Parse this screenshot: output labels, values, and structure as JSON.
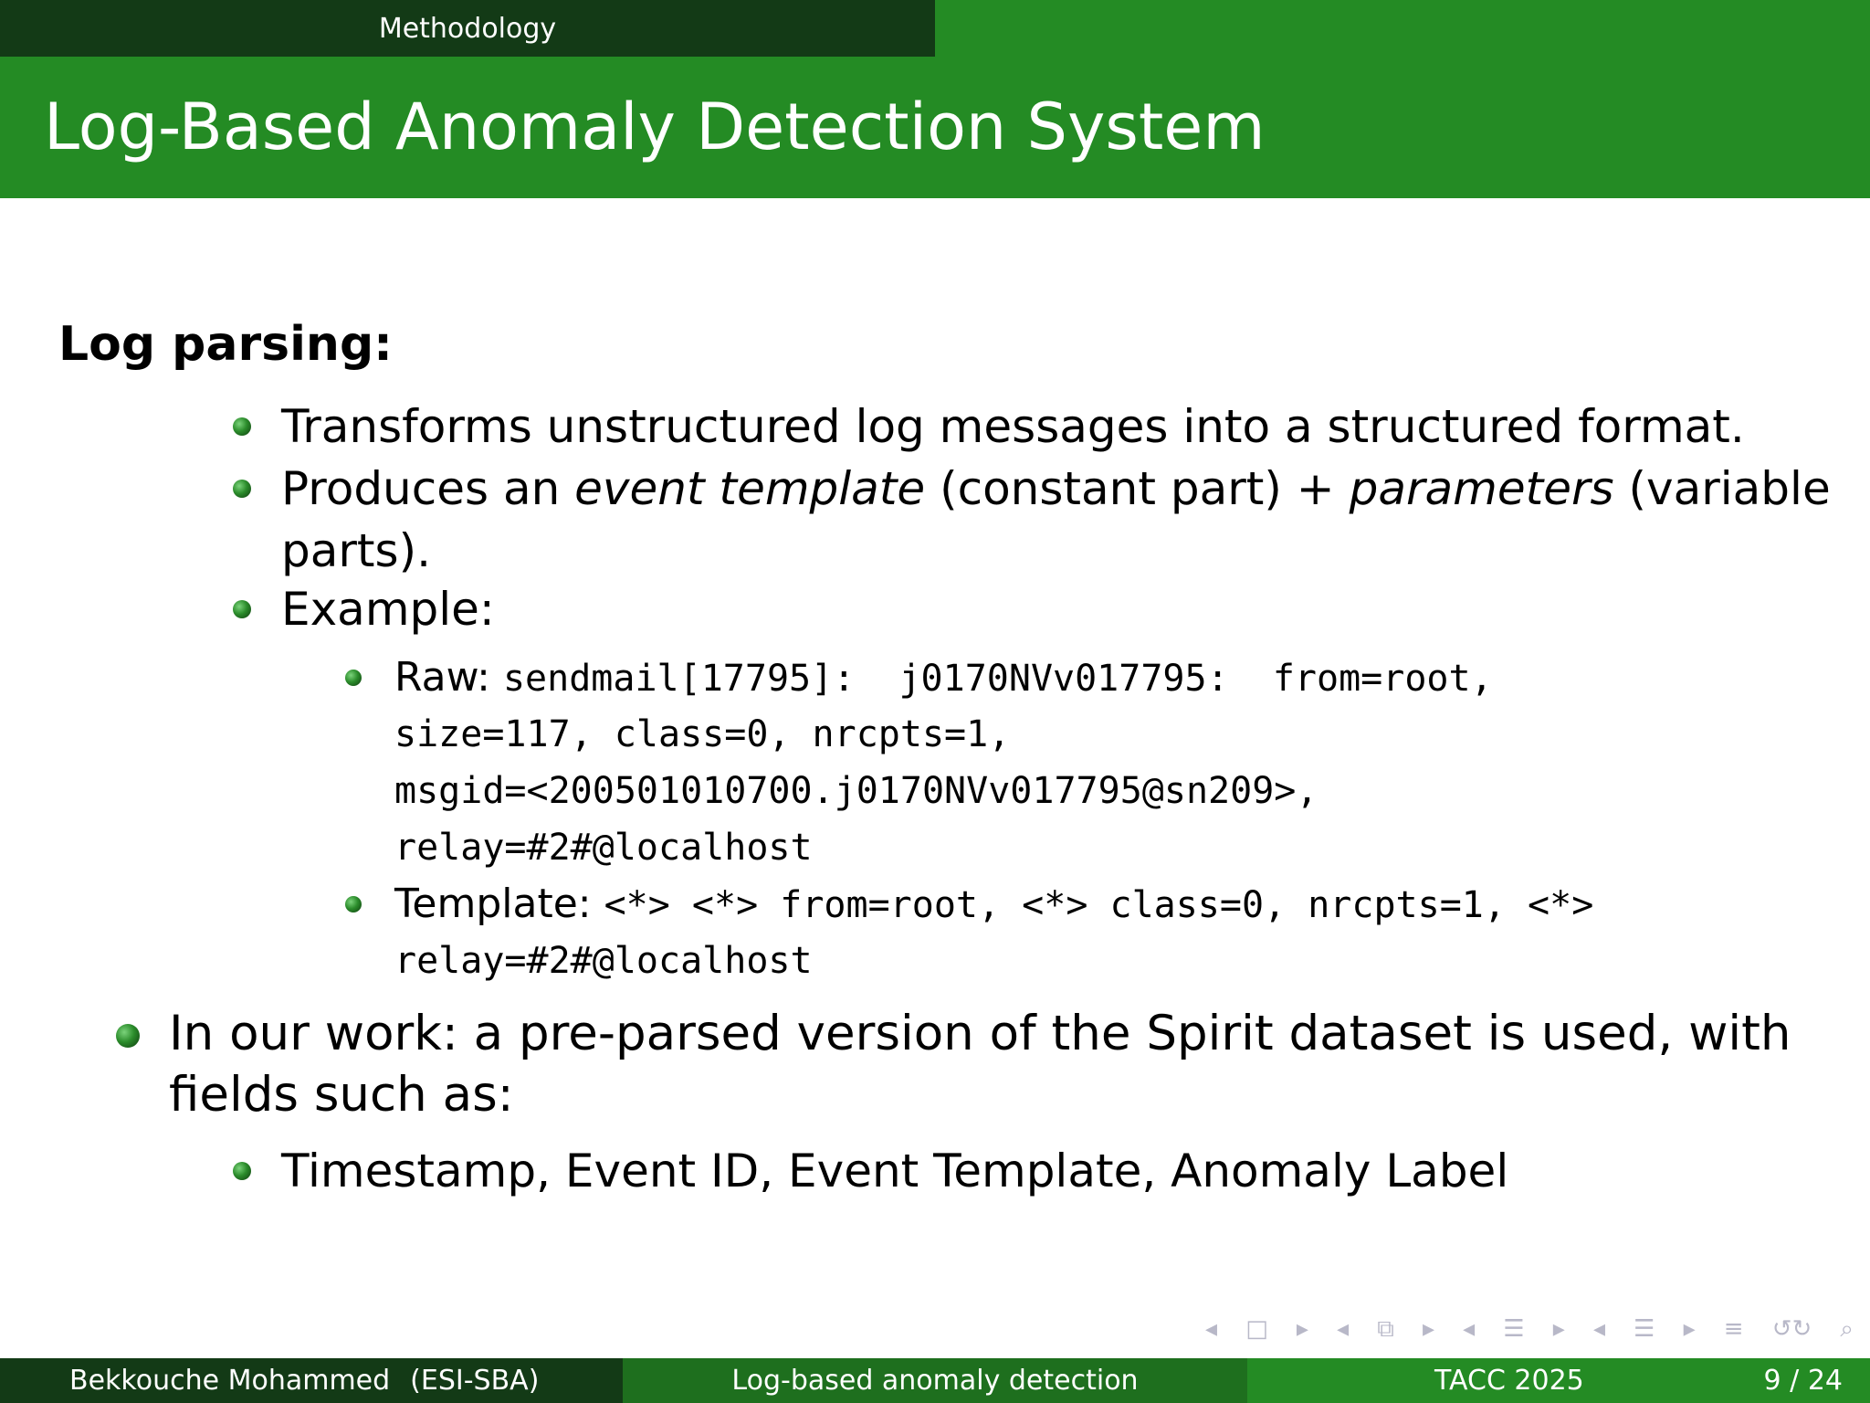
{
  "header": {
    "section": "Methodology",
    "title": "Log-Based Anomaly Detection System"
  },
  "content": {
    "heading": "Log parsing:",
    "bullet1": "Transforms unstructured log messages into a structured format.",
    "bullet2": {
      "prefix": "Produces an ",
      "italic1": "event template",
      "mid": " (constant part) + ",
      "italic2": "parameters",
      "suffix": " (variable",
      "wrap": "parts)."
    },
    "bullet3": "Example:",
    "raw": {
      "label": "Raw: ",
      "line1": "sendmail[17795]:  j0170NVv017795:  from=root,",
      "line2": "size=117, class=0, nrcpts=1,",
      "line3": "msgid=<200501010700.j0170NVv017795@sn209>,",
      "line4": "relay=#2#@localhost"
    },
    "template": {
      "label": "Template: ",
      "line1": "<*> <*> from=root, <*> class=0, nrcpts=1, <*>",
      "line2": "relay=#2#@localhost"
    },
    "bullet4": {
      "line1": "In our work: a pre-parsed version of the Spirit dataset is used, with",
      "line2": "fields such as:"
    },
    "bullet5": "Timestamp, Event ID, Event Template, Anomaly Label"
  },
  "footer": {
    "author": "Bekkouche Mohammed",
    "affiliation": "(ESI-SBA)",
    "short_title": "Log-based anomaly detection",
    "event": "TACC 2025",
    "page": "9 / 24"
  },
  "nav_icons": [
    "arrow-left-icon",
    "frame-icon",
    "arrow-right-icon",
    "subsection-icon",
    "section-icon",
    "align-icon",
    "search-icon"
  ],
  "colors": {
    "bar_green": "#248b24",
    "dark_green": "#133a16",
    "mid_green": "#1e6f1e"
  }
}
